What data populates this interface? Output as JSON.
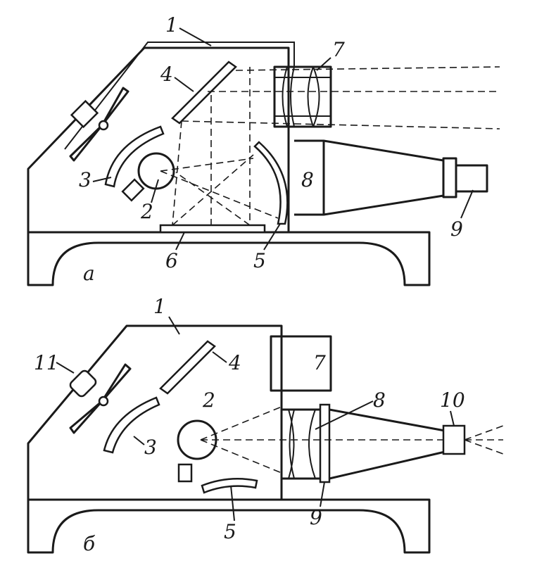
{
  "diagram_a": {
    "caption": "а",
    "labels": {
      "housing": "1",
      "lamp": "2",
      "mirror_left": "3",
      "mirror_top": "4",
      "mirror_right": "5",
      "object_plate": "6",
      "lens": "7",
      "cone": "8",
      "eyepiece": "9"
    }
  },
  "diagram_b": {
    "caption": "б",
    "labels": {
      "housing": "1",
      "lamp": "2",
      "mirror_left": "3",
      "mirror_top": "4",
      "mirror_bottom": "5",
      "lens_box": "7",
      "condenser": "8",
      "plate": "9",
      "objective": "10",
      "fan": "11"
    }
  }
}
